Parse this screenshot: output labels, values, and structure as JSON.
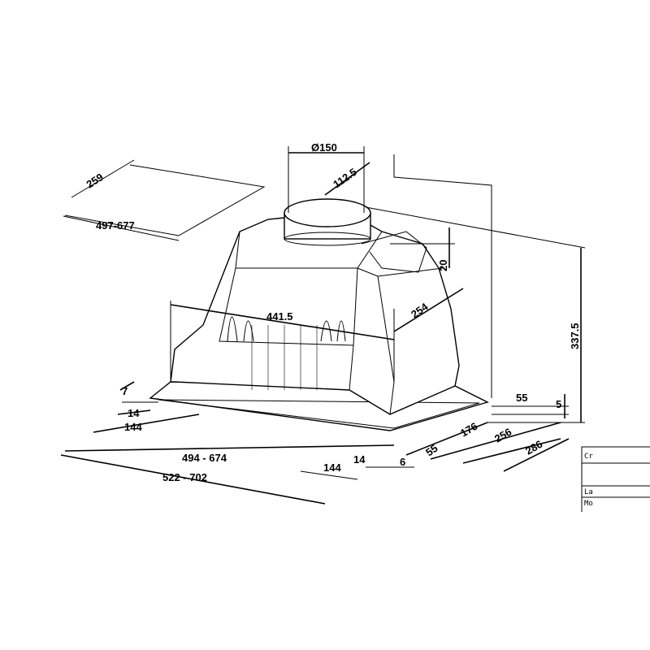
{
  "drawing": {
    "cutout_depth": "259",
    "cutout_width": "497-677",
    "duct_diameter": "Ø150",
    "duct_offset": "112.5",
    "duct_height": "20",
    "inner_depth": "254",
    "inner_width": "441.5",
    "total_height": "337.5",
    "frame_step_left": "7",
    "left_margin_14": "14",
    "left_margin_144": "144",
    "body_width": "494 - 674",
    "total_width": "522 - 702",
    "front_144": "144",
    "front_14": "14",
    "front_6": "6",
    "front_55": "55",
    "depth_176": "176",
    "depth_256": "256",
    "depth_286": "286",
    "rear_55": "55",
    "frame_thickness": "5"
  },
  "title_block": {
    "row1": "Cr",
    "row2": "La",
    "row3": "Mo"
  }
}
